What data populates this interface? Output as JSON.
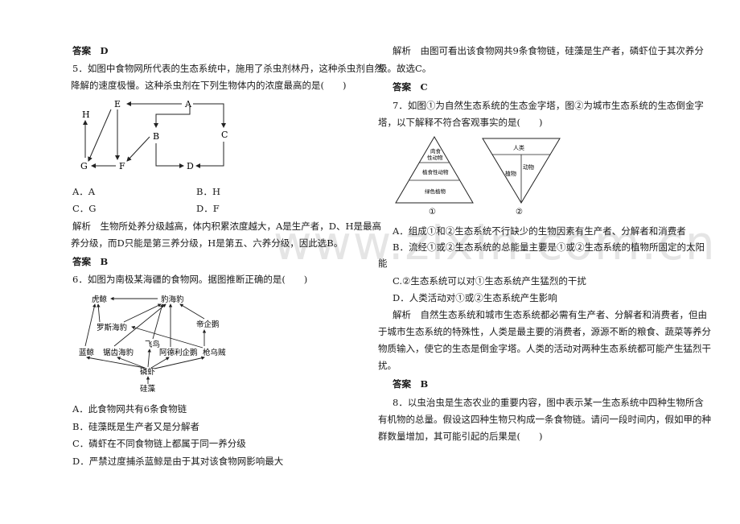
{
  "left": {
    "ans4": "答案　D",
    "q5_l1": "5．如图中食物网所代表的生态系统中，施用了杀虫剂林丹，这种杀虫剂自然",
    "q5_l2": "降解的速度极慢。这种杀虫剂在下列生物体内的浓度最高的是(　　)",
    "q5_nodes": {
      "E": "E",
      "A": "A",
      "H": "H",
      "B": "B",
      "C": "C",
      "G": "G",
      "F": "F",
      "D": "D"
    },
    "q5_optA": "A．A",
    "q5_optB": "B．H",
    "q5_optC": "C．G",
    "q5_optD": "D．F",
    "exp5_l1": "解析　生物所处养分级越高，体内积累浓度越大，A是生产者，D、H是最高",
    "exp5_l2": "养分级，而D只能是第三养分级，H是第五、六养分级，因此选B。",
    "ans5": "答案　B",
    "q6": "6．如图为南极某海疆的食物网。据图推断正确的是(　　)",
    "q6_nodes": {
      "hujing": "虎鲸",
      "baohaibao": "豹海豹",
      "luosi": "罗斯海豹",
      "diqie": "帝企鹅",
      "feiniao": "飞鸟",
      "lanjing": "蓝鲸",
      "xichi": "锯齿海豹",
      "adeli": "阿德利企鹅",
      "qiangwu": "枪乌贼",
      "linxia": "磷虾",
      "guizao": "硅藻"
    },
    "q6_optA": "A．此食物网共有6条食物链",
    "q6_optB": "B．硅藻既是生产者又是分解者",
    "q6_optC": "C．磷虾在不同食物链上都属于同一养分级",
    "q6_optD": "D．严禁过度捕杀蓝鲸是由于其对该食物网影响最大"
  },
  "right": {
    "exp6_l1": "解析　由图可看出该食物网共9条食物链，硅藻是生产者，磷虾位于其次养分",
    "exp6_l2": "级。故选C。",
    "ans6": "答案　C",
    "q7_l1": "7．如图①为自然生态系统的生态金字塔，图②为城市生态系统的生态倒金字",
    "q7_l2": "塔，以下解释不符合客观事实的是(　　)",
    "pyr1_top_l1": "肉食",
    "pyr1_top_l2": "性动物",
    "pyr1_mid": "植食性动物",
    "pyr1_bot": "绿色植物",
    "pyr1_num": "①",
    "pyr2_top": "人类",
    "pyr2_left": "植物",
    "pyr2_right": "动物",
    "pyr2_num": "②",
    "q7_optA": "A．组成①和②生态系统不行缺少的生物因素有生产者、分解者和消费者",
    "q7_optB_l1": "B．流经①或②生态系统的总能量主要是①或②生态系统的植物所固定的太阳",
    "q7_optB_l2": "能",
    "q7_optC": "C.②生态系统可以对①生态系统产生猛烈的干扰",
    "q7_optD": "D．人类活动对①或②生态系统产生影响",
    "exp7_l1": "解析　自然生态系统和城市生态系统都必需有生产者、分解者和消费者，但由",
    "exp7_l2": "于城市生态系统的特殊性，人类是最主要的消费者，源源不断的粮食、蔬菜等养分",
    "exp7_l3": "物质输入，使它的生态是倒金字塔。人类的活动对两种生态系统都可能产生猛烈干",
    "exp7_l4": "扰。",
    "ans7": "答案　B",
    "q8_l1": "8．以虫治虫是生态农业的重要内容，图中表示某一生态系统中四种生物所含",
    "q8_l2": "有机物的总量。假设这四种生物只构成一条食物链。请问一段时间内，假如甲的种",
    "q8_l3": "群数量增加，其可能引起的后果是(　　)"
  },
  "watermark": "www.zixin.com.cn"
}
